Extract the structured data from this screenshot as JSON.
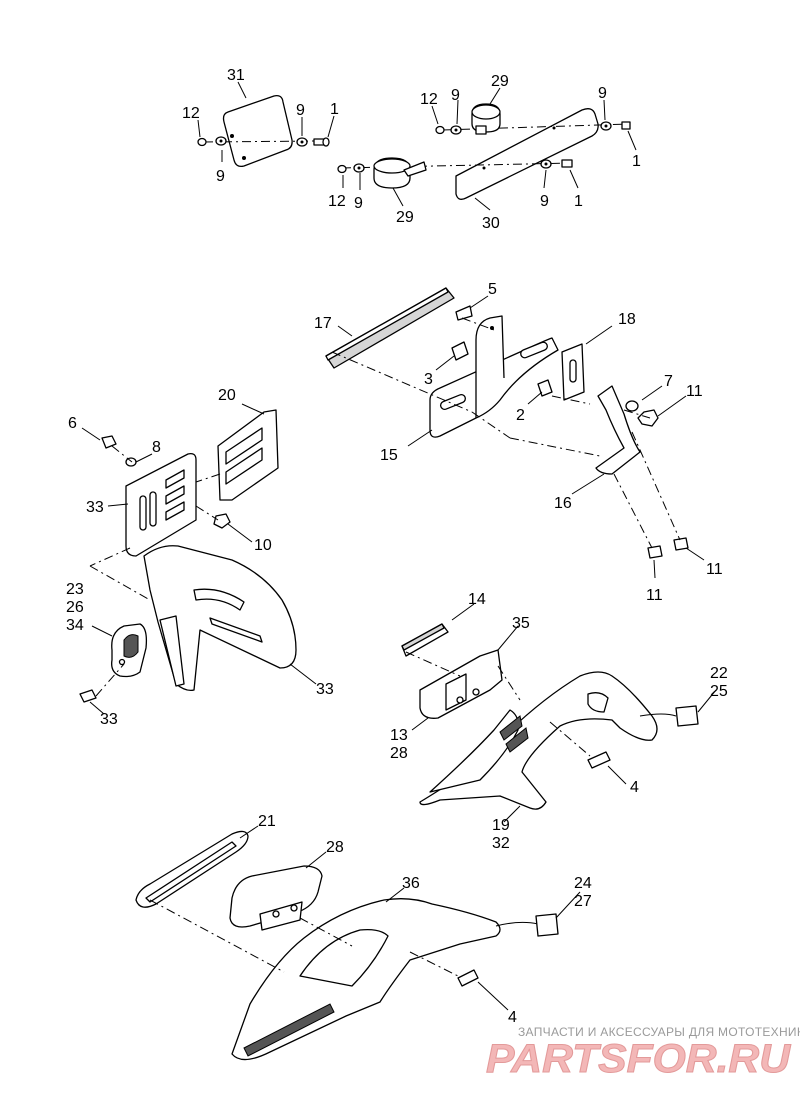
{
  "callouts": {
    "c31": "31",
    "c12a": "12",
    "c9a": "9",
    "c1a": "1",
    "c9b": "9",
    "c12b": "12",
    "c9c": "9",
    "c29a": "29",
    "c9d": "9",
    "c1b": "1",
    "c12c": "12",
    "c9e": "9",
    "c29b": "29",
    "c30": "30",
    "c9f": "9",
    "c1c": "1",
    "c5": "5",
    "c17": "17",
    "c18": "18",
    "c3": "3",
    "c7": "7",
    "c11a": "11",
    "c2": "2",
    "c15": "15",
    "c16": "16",
    "c11b": "11",
    "c11c": "11",
    "c20": "20",
    "c6": "6",
    "c8": "8",
    "c33a": "33",
    "c10": "10",
    "c23": "23",
    "c26": "26",
    "c34": "34",
    "c33b": "33",
    "c33c": "33",
    "c14": "14",
    "c35": "35",
    "c22": "22",
    "c25": "25",
    "c13": "13",
    "c28a": "28",
    "c4a": "4",
    "c19": "19",
    "c32": "32",
    "c21": "21",
    "c28b": "28",
    "c36": "36",
    "c24": "24",
    "c27": "27",
    "c4b": "4"
  },
  "watermark": {
    "tagline": "ЗАПЧАСТИ И АКСЕССУАРЫ ДЛЯ МОТОТЕХНИКИ",
    "brand": "PARTSFOR.RU"
  }
}
